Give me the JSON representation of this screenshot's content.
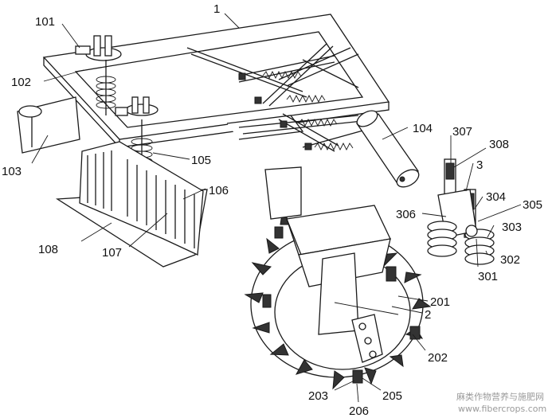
{
  "labels": {
    "l1": "1",
    "l101": "101",
    "l102": "102",
    "l103": "103",
    "l104": "104",
    "l105": "105",
    "l106": "106",
    "l107": "107",
    "l108": "108",
    "l2": "2",
    "l201": "201",
    "l202": "202",
    "l203": "203",
    "l205": "205",
    "l206": "206",
    "l3": "3",
    "l301": "301",
    "l302": "302",
    "l303": "303",
    "l304": "304",
    "l305": "305",
    "l306": "306",
    "l307": "307",
    "l308": "308"
  },
  "watermark": {
    "line1": "麻类作物营养与施肥网",
    "line2": "www.fibercrops.com"
  }
}
